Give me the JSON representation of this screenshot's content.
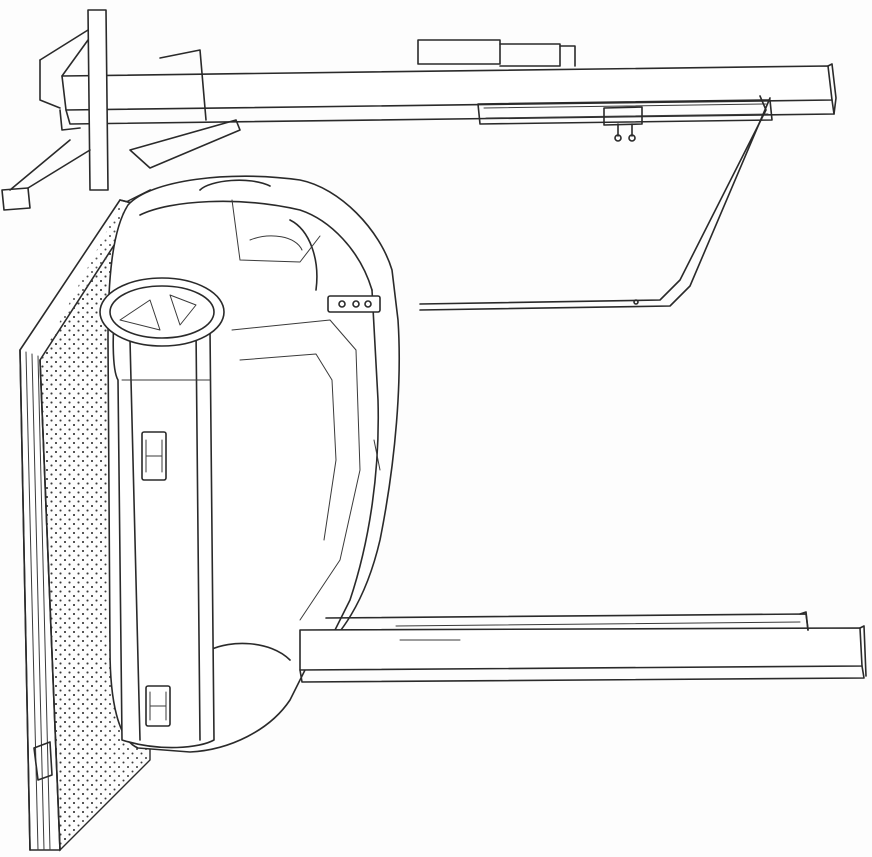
{
  "figure": {
    "colors": {
      "line": "#2a2a2a",
      "paper": "#fdfdfd",
      "stipple": "#3a3a3a"
    },
    "icons": {
      "rail_top": "ceiling-rail",
      "rail_bottom": "floor-rail",
      "arm": "control-pendant-arm",
      "vehicle": "car-tilted",
      "platform": "tilt-platform"
    }
  }
}
